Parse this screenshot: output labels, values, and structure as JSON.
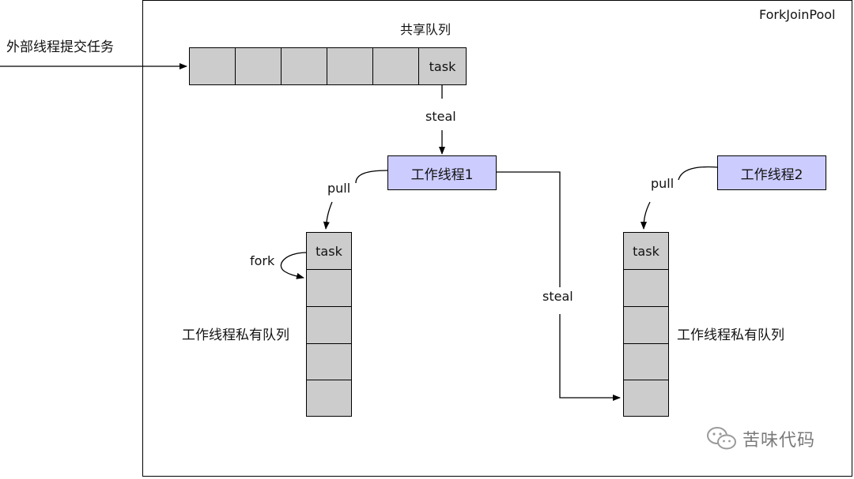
{
  "pool_title": "ForkJoinPool",
  "external_submit": "外部线程提交任务",
  "shared_queue": {
    "title": "共享队列",
    "cells": [
      "",
      "",
      "",
      "",
      "",
      "task"
    ]
  },
  "steal_top": "steal",
  "steal_right": "steal",
  "worker1": "工作线程1",
  "worker2": "工作线程2",
  "pull_left": "pull",
  "pull_right": "pull",
  "fork": "fork",
  "left_queue": {
    "label": "工作线程私有队列",
    "cells": [
      "task",
      "",
      "",
      "",
      ""
    ]
  },
  "right_queue": {
    "label": "工作线程私有队列",
    "cells": [
      "task",
      "",
      "",
      "",
      ""
    ]
  },
  "watermark": "苦味代码",
  "watermark_icon": "wechat-icon"
}
